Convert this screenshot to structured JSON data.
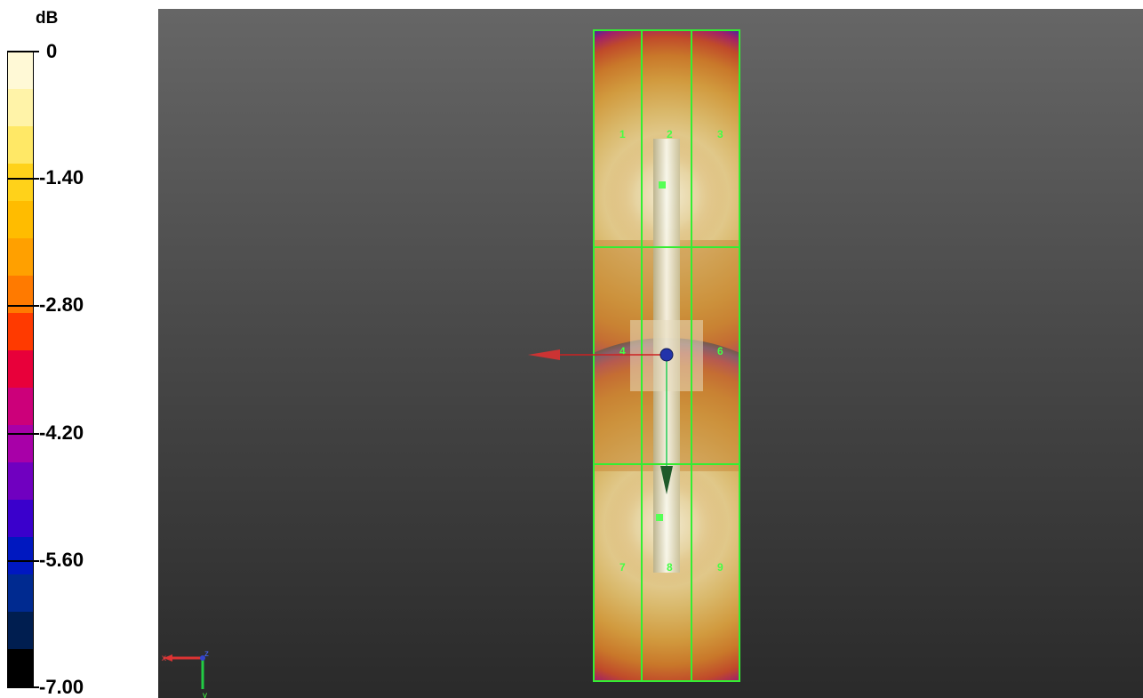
{
  "legend": {
    "unit": "dB",
    "ticks": [
      "0",
      "-1.40",
      "-2.80",
      "-4.20",
      "-5.60",
      "-7.00"
    ],
    "swatches": [
      "#fff9d6",
      "#fff3a8",
      "#ffe866",
      "#ffd21a",
      "#ffbc00",
      "#ffa000",
      "#ff7a00",
      "#ff3a00",
      "#e8003a",
      "#cc007a",
      "#a800a8",
      "#7000c0",
      "#3a00cc",
      "#0018c0",
      "#002a90",
      "#001e50",
      "#000000"
    ]
  },
  "scene": {
    "cell_labels": [
      "1",
      "2",
      "3",
      "4",
      "6",
      "7",
      "8",
      "9"
    ],
    "grid_color": "#33ee33",
    "label_color": "#44ff44",
    "axis_x_color": "#cc2222",
    "axis_y_color": "#22cc55",
    "origin_color": "#2233aa"
  }
}
